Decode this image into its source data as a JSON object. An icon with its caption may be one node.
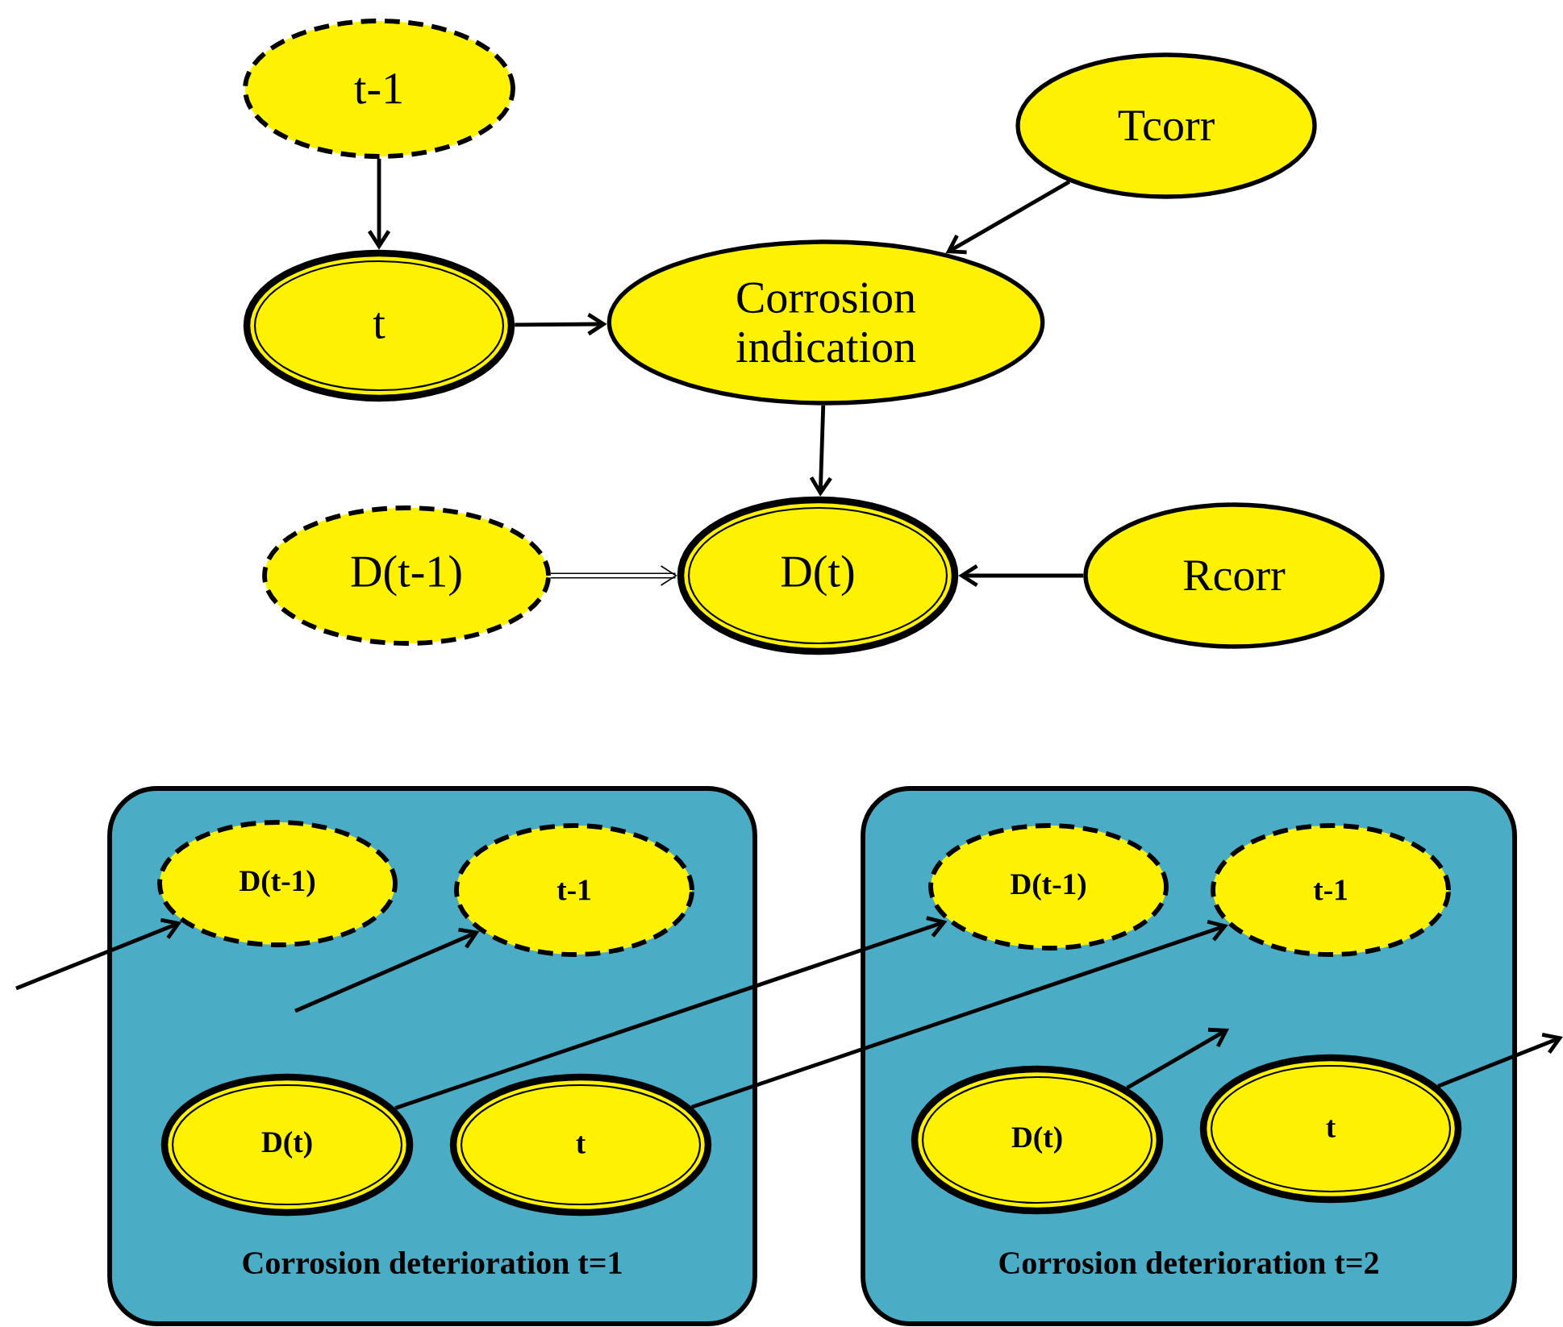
{
  "diagram": {
    "nodes": [
      {
        "text": [
          "t-1"
        ]
      },
      {
        "text": [
          "t"
        ]
      },
      {
        "text": [
          "Corrosion indication"
        ]
      },
      {
        "text": [
          "Tcorr"
        ]
      },
      {
        "text": [
          "D(t-1)"
        ]
      },
      {
        "text": [
          "D(t)"
        ]
      },
      {
        "text": [
          "Rcorr"
        ]
      },
      {
        "text": [
          "Corrosion deterioration t=1"
        ]
      },
      {
        "text": [
          "D(t-1)"
        ],
        "in": 7
      },
      {
        "text": [
          "t-1"
        ],
        "in": 7
      },
      {
        "text": [
          "D(t)"
        ],
        "in": 7
      },
      {
        "text": [
          "t"
        ],
        "in": 7
      },
      {
        "text": [
          "Corrosion deterioration t=2"
        ]
      },
      {
        "text": [
          "D(t-1)"
        ],
        "in": 12
      },
      {
        "text": [
          "t-1"
        ],
        "in": 12
      },
      {
        "text": [
          "D(t)"
        ],
        "in": 12
      },
      {
        "text": [
          "t"
        ],
        "in": 12
      }
    ],
    "edges": [
      {
        "from": 0,
        "to": 1,
        "arrow": "to"
      },
      {
        "from": 1,
        "to": 2,
        "arrow": "to"
      },
      {
        "from": 3,
        "to": 2,
        "arrow": "to"
      },
      {
        "from": 2,
        "to": 5,
        "arrow": "to"
      },
      {
        "from": 4,
        "to": 5,
        "arrow": "to"
      },
      {
        "from": 6,
        "to": 5,
        "arrow": "to"
      },
      {
        "from": null,
        "to": 8,
        "arrow": "to"
      },
      {
        "from": null,
        "to": 9,
        "arrow": "to"
      },
      {
        "from": 10,
        "to": 13,
        "arrow": "to"
      },
      {
        "from": 11,
        "to": 14,
        "arrow": "to"
      },
      {
        "from": 15,
        "to": null,
        "arrow": "to"
      },
      {
        "from": 16,
        "to": null,
        "arrow": "to"
      }
    ]
  }
}
